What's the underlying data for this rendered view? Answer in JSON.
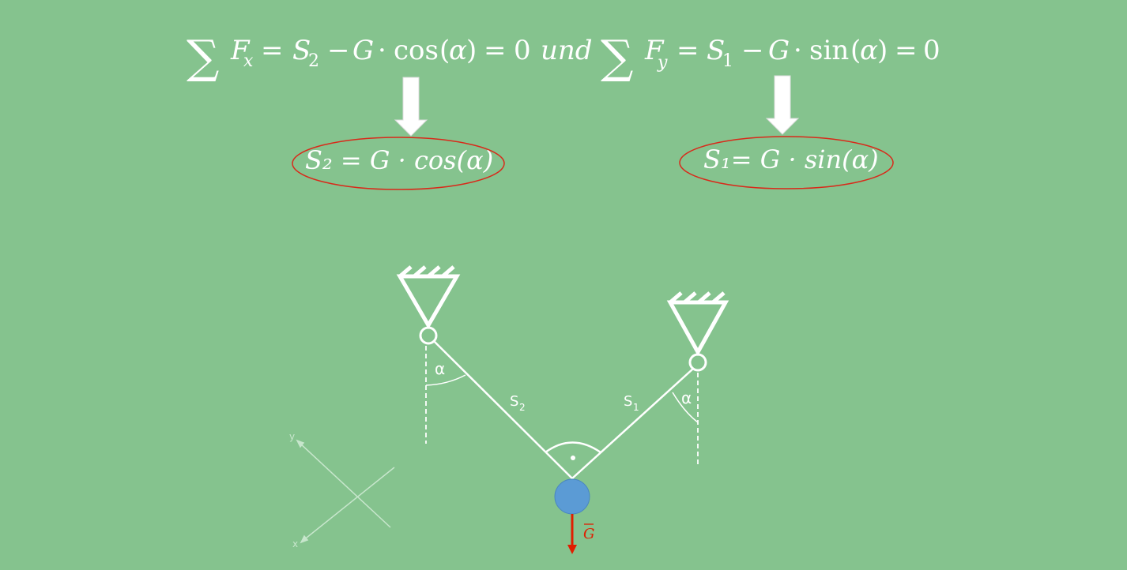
{
  "equations": {
    "sum_symbol": "∑",
    "top_line": {
      "fx_sub": "x",
      "fy_sub": "y",
      "s2_sub": "2",
      "s1_sub": "1",
      "eq1_mid": " = ",
      "connector": "und",
      "func_cos": "cos",
      "func_sin": "sin",
      "alpha": "α",
      "zero": "0"
    },
    "result_left": "S₂ = G · cos(α)",
    "result_right": "S₁= G · sin(α)"
  },
  "diagram": {
    "angle_label": "α",
    "rope_left_label": "S",
    "rope_left_sub": "2",
    "rope_right_label": "S",
    "rope_right_sub": "1",
    "axis_y_label": "y",
    "axis_x_label": "x",
    "weight_label": "G",
    "colors": {
      "background": "#85c38e",
      "line": "#ffffff",
      "highlight_ellipse": "#d9291a",
      "mass": "#5b9bd5",
      "force": "#e01e00"
    }
  }
}
